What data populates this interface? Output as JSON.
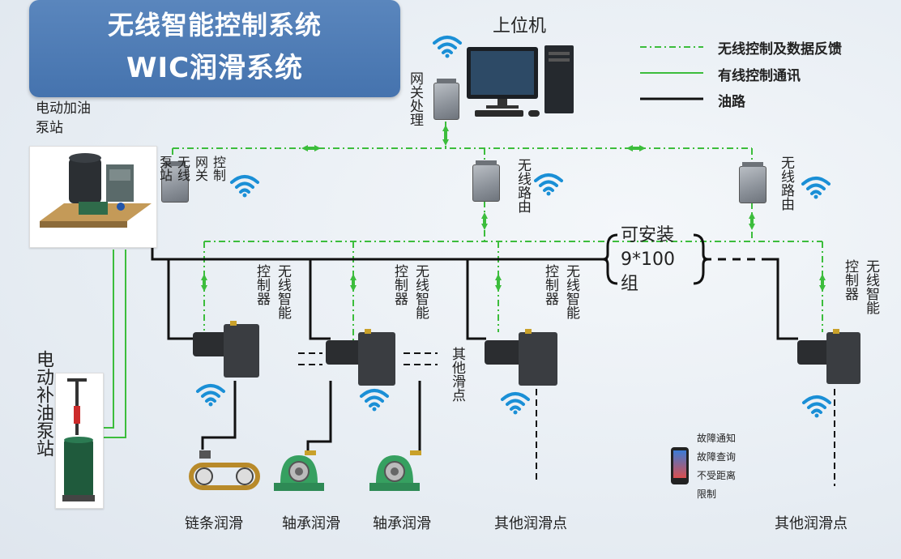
{
  "title": {
    "line1": "无线智能控制系统",
    "line2": "WIC润滑系统"
  },
  "host_computer": "上位机",
  "gateway_label": "网关处理",
  "pump_station_label": "电动加油泵站",
  "refill_station_label": "电动补油泵站",
  "control_gateway_label": "控制网关无线泵站",
  "router_label_1": "无线路由",
  "router_label_2": "无线路由",
  "controller_label": "无线智能控制器",
  "capacity_label": {
    "line1": "可安装",
    "line2": "9*100",
    "line3": "组"
  },
  "other_points_side": "其他滑点",
  "legend": [
    {
      "label": "无线控制及数据反馈",
      "style": "dash-dot",
      "color": "#3cbd3c"
    },
    {
      "label": "有线控制通讯",
      "style": "solid",
      "color": "#3cbd3c"
    },
    {
      "label": "油路",
      "style": "solid",
      "color": "#111111"
    }
  ],
  "bottom_labels": [
    "链条润滑",
    "轴承润滑",
    "轴承润滑",
    "其他润滑点",
    "其他润滑点"
  ],
  "phone_notice": [
    "故障通知",
    "故障查询",
    "不受距离",
    "限制"
  ],
  "colors": {
    "title_bg": "#4a78b2",
    "wireless_line": "#3cbd3c",
    "oil_line": "#111111",
    "wifi_blue": "#1a8fd6"
  }
}
